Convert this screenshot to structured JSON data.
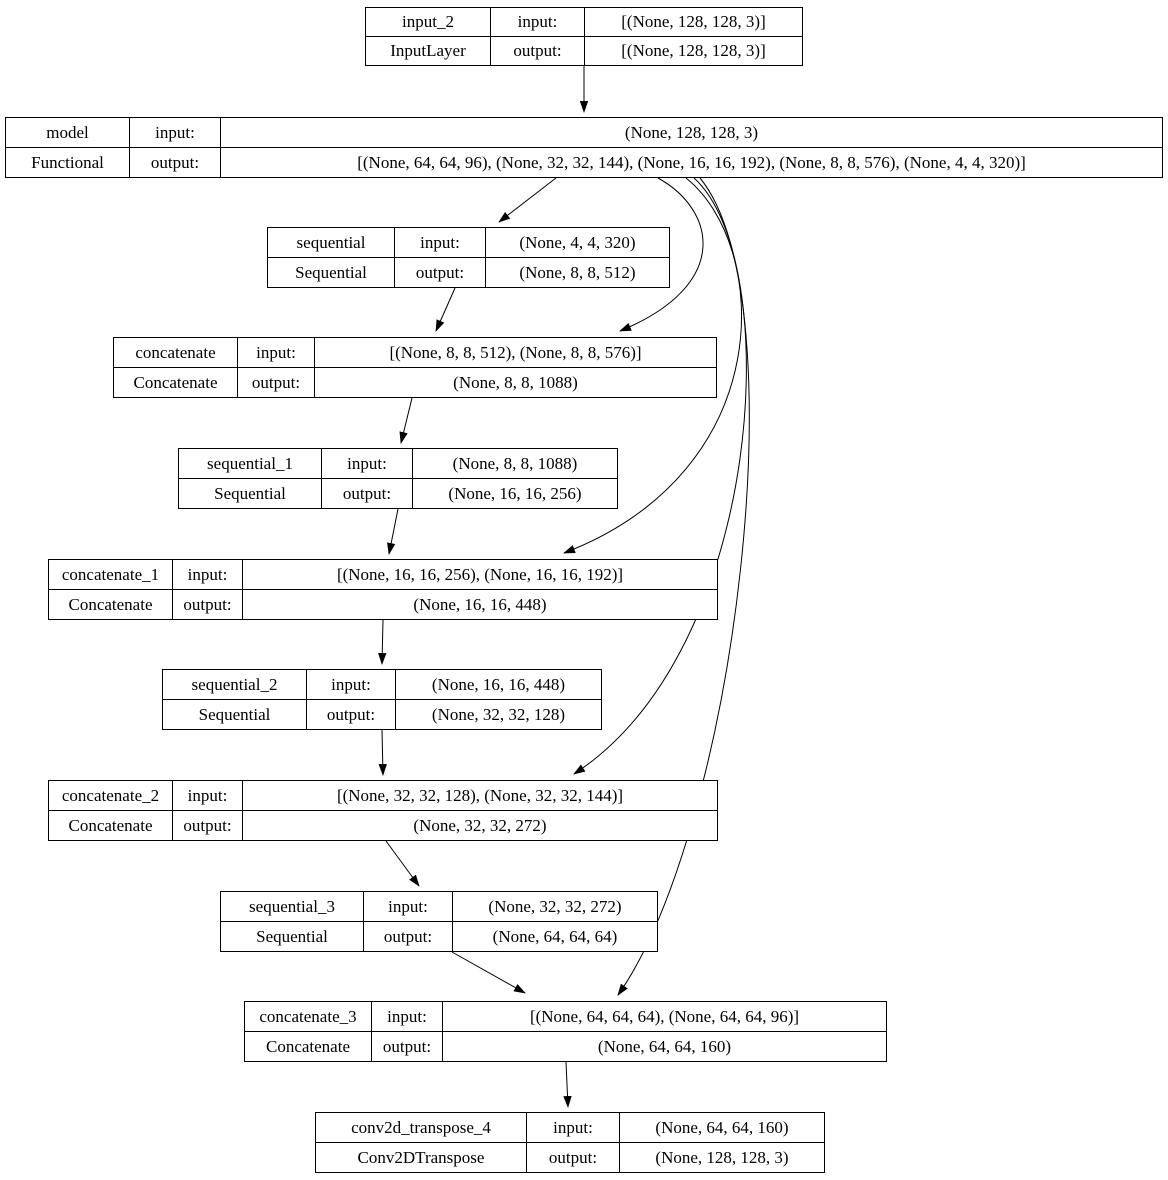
{
  "labels": {
    "input": "input:",
    "output": "output:"
  },
  "nodes": [
    {
      "id": "input_2",
      "name": "input_2",
      "type": "InputLayer",
      "input_shape": "[(None, 128, 128, 3)]",
      "output_shape": "[(None, 128, 128, 3)]"
    },
    {
      "id": "model",
      "name": "model",
      "type": "Functional",
      "input_shape": "(None, 128, 128, 3)",
      "output_shape": "[(None, 64, 64, 96), (None, 32, 32, 144), (None, 16, 16, 192), (None, 8, 8, 576), (None, 4, 4, 320)]"
    },
    {
      "id": "sequential",
      "name": "sequential",
      "type": "Sequential",
      "input_shape": "(None, 4, 4, 320)",
      "output_shape": "(None, 8, 8, 512)"
    },
    {
      "id": "concatenate",
      "name": "concatenate",
      "type": "Concatenate",
      "input_shape": "[(None, 8, 8, 512), (None, 8, 8, 576)]",
      "output_shape": "(None, 8, 8, 1088)"
    },
    {
      "id": "sequential_1",
      "name": "sequential_1",
      "type": "Sequential",
      "input_shape": "(None, 8, 8, 1088)",
      "output_shape": "(None, 16, 16, 256)"
    },
    {
      "id": "concatenate_1",
      "name": "concatenate_1",
      "type": "Concatenate",
      "input_shape": "[(None, 16, 16, 256), (None, 16, 16, 192)]",
      "output_shape": "(None, 16, 16, 448)"
    },
    {
      "id": "sequential_2",
      "name": "sequential_2",
      "type": "Sequential",
      "input_shape": "(None, 16, 16, 448)",
      "output_shape": "(None, 32, 32, 128)"
    },
    {
      "id": "concatenate_2",
      "name": "concatenate_2",
      "type": "Concatenate",
      "input_shape": "[(None, 32, 32, 128), (None, 32, 32, 144)]",
      "output_shape": "(None, 32, 32, 272)"
    },
    {
      "id": "sequential_3",
      "name": "sequential_3",
      "type": "Sequential",
      "input_shape": "(None, 32, 32, 272)",
      "output_shape": "(None, 64, 64, 64)"
    },
    {
      "id": "concatenate_3",
      "name": "concatenate_3",
      "type": "Concatenate",
      "input_shape": "[(None, 64, 64, 64), (None, 64, 64, 96)]",
      "output_shape": "(None, 64, 64, 160)"
    },
    {
      "id": "conv2d_transpose_4",
      "name": "conv2d_transpose_4",
      "type": "Conv2DTranspose",
      "input_shape": "(None, 64, 64, 160)",
      "output_shape": "(None, 128, 128, 3)"
    }
  ],
  "edges": [
    {
      "from": "input_2",
      "to": "model"
    },
    {
      "from": "model",
      "to": "sequential"
    },
    {
      "from": "model",
      "to": "concatenate"
    },
    {
      "from": "sequential",
      "to": "concatenate"
    },
    {
      "from": "concatenate",
      "to": "sequential_1"
    },
    {
      "from": "model",
      "to": "concatenate_1"
    },
    {
      "from": "sequential_1",
      "to": "concatenate_1"
    },
    {
      "from": "concatenate_1",
      "to": "sequential_2"
    },
    {
      "from": "model",
      "to": "concatenate_2"
    },
    {
      "from": "sequential_2",
      "to": "concatenate_2"
    },
    {
      "from": "concatenate_2",
      "to": "sequential_3"
    },
    {
      "from": "model",
      "to": "concatenate_3"
    },
    {
      "from": "sequential_3",
      "to": "concatenate_3"
    },
    {
      "from": "concatenate_3",
      "to": "conv2d_transpose_4"
    }
  ],
  "colors": {
    "line": "#000000",
    "background": "#ffffff"
  }
}
